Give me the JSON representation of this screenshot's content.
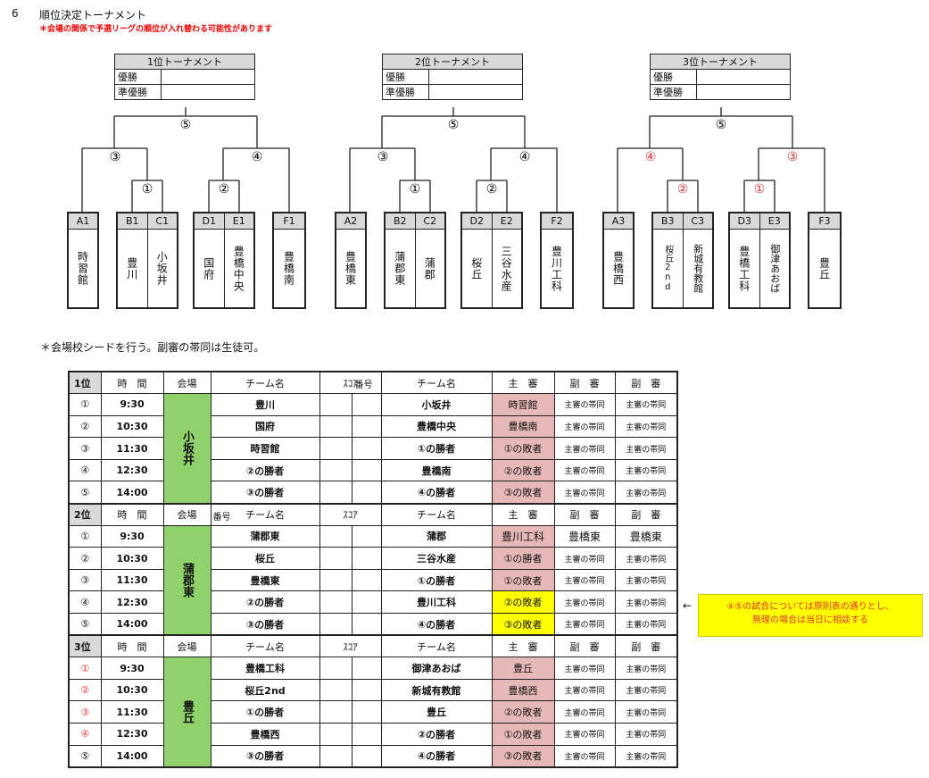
{
  "header": {
    "number": "6",
    "title": "順位決定トーナメント",
    "note": "＊会場の関係で予選リーグの順位が入れ替わる可能性があります"
  },
  "results_boxes": [
    {
      "title": "1位トーナメント",
      "rows": [
        "優勝",
        "準優勝"
      ]
    },
    {
      "title": "2位トーナメント",
      "rows": [
        "優勝",
        "準優勝"
      ]
    },
    {
      "title": "3位トーナメント",
      "rows": [
        "優勝",
        "準優勝"
      ]
    }
  ],
  "bracket_labels": {
    "b1": [
      "⑤",
      "③",
      "④",
      "①",
      "②"
    ],
    "b2": [
      "⑤",
      "③",
      "④",
      "①",
      "②"
    ],
    "b3": [
      "⑤",
      "④",
      "③",
      "②",
      "①"
    ]
  },
  "colors": {
    "bracket_red": "#e03030",
    "venue_green": "#8fd16a",
    "pink": "#e6b8b7",
    "yellow": "#ffff00"
  },
  "teams": [
    {
      "codes": [
        "A1"
      ],
      "names": [
        "時習館"
      ]
    },
    {
      "codes": [
        "B1",
        "C1"
      ],
      "names": [
        "豊川",
        "小坂井"
      ]
    },
    {
      "codes": [
        "D1",
        "E1"
      ],
      "names": [
        "国府",
        "豊橋中央"
      ]
    },
    {
      "codes": [
        "F1"
      ],
      "names": [
        "豊橋南"
      ]
    },
    {
      "codes": [
        "A2"
      ],
      "names": [
        "豊橋東"
      ]
    },
    {
      "codes": [
        "B2",
        "C2"
      ],
      "names": [
        "蒲郡東",
        "蒲郡"
      ]
    },
    {
      "codes": [
        "D2",
        "E2"
      ],
      "names": [
        "桜丘",
        "三谷水産"
      ]
    },
    {
      "codes": [
        "F2"
      ],
      "names": [
        "豊川工科"
      ]
    },
    {
      "codes": [
        "A3"
      ],
      "names": [
        "豊橋西"
      ]
    },
    {
      "codes": [
        "B3",
        "C3"
      ],
      "names": [
        "桜丘2nd",
        "新城有教館"
      ]
    },
    {
      "codes": [
        "D3",
        "E3"
      ],
      "names": [
        "豊橋工科",
        "御津あおば"
      ]
    },
    {
      "codes": [
        "F3"
      ],
      "names": [
        "豊丘"
      ]
    }
  ],
  "venue_note": "＊会場校シードを行う。副審の帯同は生徒可。",
  "schedule": {
    "sections": [
      {
        "header": [
          "1位",
          "時　間",
          "会場",
          "チーム名",
          "ｽｺｱ",
          "番号",
          "チーム名",
          "主　審",
          "副　審",
          "副　審"
        ],
        "venue": "小坂井",
        "rows": [
          {
            "no": "①",
            "time": "9:30",
            "t1": "豊川",
            "t2": "小坂井",
            "ref": "時習館",
            "a1": "主審の帯同",
            "a2": "主審の帯同"
          },
          {
            "no": "②",
            "time": "10:30",
            "t1": "国府",
            "t2": "豊橋中央",
            "ref": "豊橋南",
            "a1": "主審の帯同",
            "a2": "主審の帯同"
          },
          {
            "no": "③",
            "time": "11:30",
            "t1": "時習館",
            "t2": "①の勝者",
            "ref": "①の敗者",
            "a1": "主審の帯同",
            "a2": "主審の帯同"
          },
          {
            "no": "④",
            "time": "12:30",
            "t1": "②の勝者",
            "t2": "豊橋南",
            "ref": "②の敗者",
            "a1": "主審の帯同",
            "a2": "主審の帯同"
          },
          {
            "no": "⑤",
            "time": "14:00",
            "t1": "③の勝者",
            "t2": "④の勝者",
            "ref": "③の敗者",
            "a1": "主審の帯同",
            "a2": "主審の帯同"
          }
        ]
      },
      {
        "header": [
          "2位",
          "時　間",
          "会場",
          "番号",
          "チーム名",
          "ｽｺｱ",
          "チーム名",
          "主　審",
          "副　審",
          "副　審"
        ],
        "venue": "蒲郡東",
        "rows": [
          {
            "no": "①",
            "time": "9:30",
            "t1": "蒲郡東",
            "t2": "蒲郡",
            "ref": "豊川工科",
            "a1": "豊橋東",
            "a2": "豊橋東"
          },
          {
            "no": "②",
            "time": "10:30",
            "t1": "桜丘",
            "t2": "三谷水産",
            "ref": "①の勝者",
            "a1": "主審の帯同",
            "a2": "主審の帯同"
          },
          {
            "no": "③",
            "time": "11:30",
            "t1": "豊橋東",
            "t2": "①の勝者",
            "ref": "①の敗者",
            "a1": "主審の帯同",
            "a2": "主審の帯同"
          },
          {
            "no": "④",
            "time": "12:30",
            "t1": "②の勝者",
            "t2": "豊川工科",
            "ref": "②の敗者",
            "a1": "主審の帯同",
            "a2": "主審の帯同"
          },
          {
            "no": "⑤",
            "time": "14:00",
            "t1": "③の勝者",
            "t2": "④の勝者",
            "ref": "③の敗者",
            "a1": "主審の帯同",
            "a2": "主審の帯同"
          }
        ]
      },
      {
        "header": [
          "3位",
          "時　間",
          "会場",
          "チーム名",
          "ｽｺｱ",
          "チーム名",
          "主　審",
          "副　審",
          "副　審"
        ],
        "venue": "豊丘",
        "rows": [
          {
            "no": "①",
            "time": "9:30",
            "t1": "豊橋工科",
            "t2": "御津あおば",
            "ref": "豊丘",
            "a1": "主審の帯同",
            "a2": "主審の帯同"
          },
          {
            "no": "②",
            "time": "10:30",
            "t1": "桜丘2nd",
            "t2": "新城有教館",
            "ref": "豊橋西",
            "a1": "主審の帯同",
            "a2": "主審の帯同"
          },
          {
            "no": "③",
            "time": "11:30",
            "t1": "①の勝者",
            "t2": "豊丘",
            "ref": "②の敗者",
            "a1": "主審の帯同",
            "a2": "主審の帯同"
          },
          {
            "no": "④",
            "time": "12:30",
            "t1": "豊橋西",
            "t2": "②の勝者",
            "ref": "①の敗者",
            "a1": "主審の帯同",
            "a2": "主審の帯同"
          },
          {
            "no": "⑤",
            "time": "14:00",
            "t1": "③の勝者",
            "t2": "④の勝者",
            "ref": "③の敗者",
            "a1": "主審の帯同",
            "a2": "主審の帯同"
          }
        ]
      }
    ]
  },
  "side_note": {
    "arrow": "←",
    "line1": "④⑤の試合については原則表の通りとし、",
    "line2": "無理の場合は当日に相談する"
  }
}
